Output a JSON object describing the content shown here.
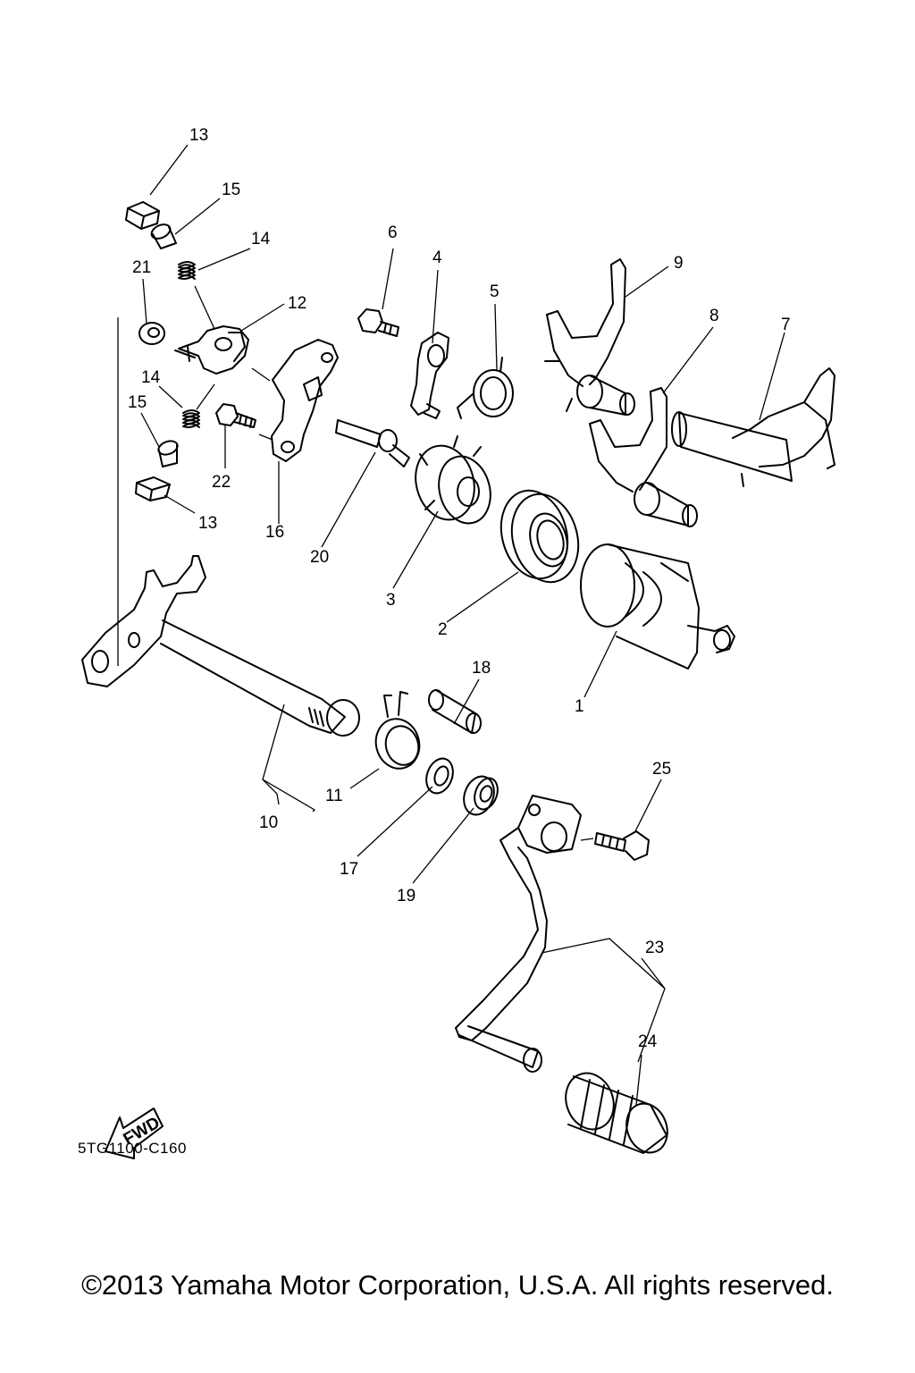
{
  "diagram": {
    "drawing_code": "5TG1100-C160",
    "direction_marker": "FWD",
    "copyright": "©2013 Yamaha Motor Corporation, U.S.A. All rights reserved.",
    "callouts": {
      "c1": "1",
      "c2": "2",
      "c3": "3",
      "c4": "4",
      "c5": "5",
      "c6": "6",
      "c7": "7",
      "c8": "8",
      "c9": "9",
      "c10": "10",
      "c11": "11",
      "c12": "12",
      "c13a": "13",
      "c13b": "13",
      "c14a": "14",
      "c14b": "14",
      "c15a": "15",
      "c15b": "15",
      "c16": "16",
      "c17": "17",
      "c18": "18",
      "c19": "19",
      "c20": "20",
      "c21": "21",
      "c22": "22",
      "c23": "23",
      "c24": "24",
      "c25": "25"
    }
  }
}
